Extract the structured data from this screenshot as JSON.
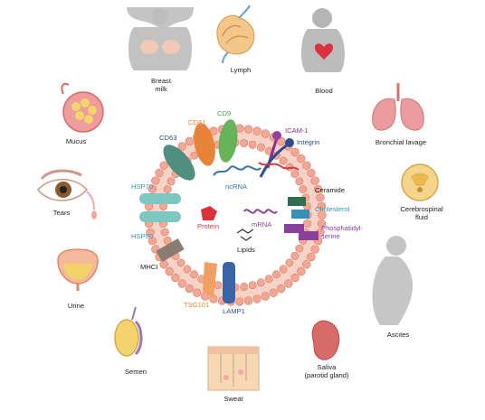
{
  "sources": [
    {
      "id": "breast-milk",
      "label_lines": [
        "Breast",
        "milk"
      ],
      "icon": "female-torso-breast-icon"
    },
    {
      "id": "lymph",
      "label_lines": [
        "Lymph"
      ],
      "icon": "lymph-node-icon"
    },
    {
      "id": "blood",
      "label_lines": [
        "Blood"
      ],
      "icon": "heart-torso-icon"
    },
    {
      "id": "mucus",
      "label_lines": [
        "Mucus"
      ],
      "icon": "mucus-gland-icon"
    },
    {
      "id": "bronchial-lavage",
      "label_lines": [
        "Bronchial lavage"
      ],
      "icon": "lungs-icon"
    },
    {
      "id": "tears",
      "label_lines": [
        "Tears"
      ],
      "icon": "eye-tear-icon"
    },
    {
      "id": "cerebrospinal-fluid",
      "label_lines": [
        "Cerebrospinal",
        "fluid"
      ],
      "icon": "spinal-cord-icon"
    },
    {
      "id": "urine",
      "label_lines": [
        "Urine"
      ],
      "icon": "bladder-icon"
    },
    {
      "id": "ascites",
      "label_lines": [
        "Ascites"
      ],
      "icon": "pregnant-torso-icon"
    },
    {
      "id": "semen",
      "label_lines": [
        "Semen"
      ],
      "icon": "testis-icon"
    },
    {
      "id": "sweat",
      "label_lines": [
        "Sweat"
      ],
      "icon": "skin-section-icon"
    },
    {
      "id": "saliva",
      "label_lines": [
        "Saliva",
        "(parotid gland)"
      ],
      "icon": "salivary-gland-icon"
    }
  ],
  "vesicle": {
    "molecules": [
      {
        "id": "cd81",
        "label_lines": [
          "CD81"
        ],
        "color": "#e8843a"
      },
      {
        "id": "cd9",
        "label_lines": [
          "CD9"
        ],
        "color": "#4ea04a"
      },
      {
        "id": "cd63",
        "label_lines": [
          "CD63"
        ],
        "color": "#2f4f6f"
      },
      {
        "id": "icam-1",
        "label_lines": [
          "ICAM-1"
        ],
        "color": "#8a2f8f"
      },
      {
        "id": "integrin",
        "label_lines": [
          "Integrin"
        ],
        "color": "#2c4f8f"
      },
      {
        "id": "ncrna",
        "label_lines": [
          "ncRNA"
        ],
        "color": "#3f72a0"
      },
      {
        "id": "hsp70",
        "label_lines": [
          "HSP70"
        ],
        "color": "#3a8fb8"
      },
      {
        "id": "hsp90",
        "label_lines": [
          "HSP90"
        ],
        "color": "#3a8fb8"
      },
      {
        "id": "protein",
        "label_lines": [
          "Protein"
        ],
        "color": "#d9333f"
      },
      {
        "id": "mrna",
        "label_lines": [
          "mRNA"
        ],
        "color": "#8a3f9a"
      },
      {
        "id": "ceramide",
        "label_lines": [
          "Ceramide"
        ],
        "color": "#1e1e1e"
      },
      {
        "id": "cholesterol",
        "label_lines": [
          "Cholesterol"
        ],
        "color": "#3a8fb8"
      },
      {
        "id": "phosphatidylserine",
        "label_lines": [
          "Phosphatidyl-",
          "serine"
        ],
        "color": "#8a3f9a"
      },
      {
        "id": "lipids",
        "label_lines": [
          "Lipids"
        ],
        "color": "#1e1e1e"
      },
      {
        "id": "mhci",
        "label_lines": [
          "MHCI"
        ],
        "color": "#1e1e1e"
      },
      {
        "id": "tsg101",
        "label_lines": [
          "TSG101"
        ],
        "color": "#e8843a"
      },
      {
        "id": "lamp1",
        "label_lines": [
          "LAMP1"
        ],
        "color": "#2c4f8f"
      }
    ]
  },
  "colors": {
    "membrane": "#f0a795",
    "membrane_outline": "#e07a64",
    "silhouette": "#b9b9b9",
    "organ_pink": "#e98e8e"
  }
}
